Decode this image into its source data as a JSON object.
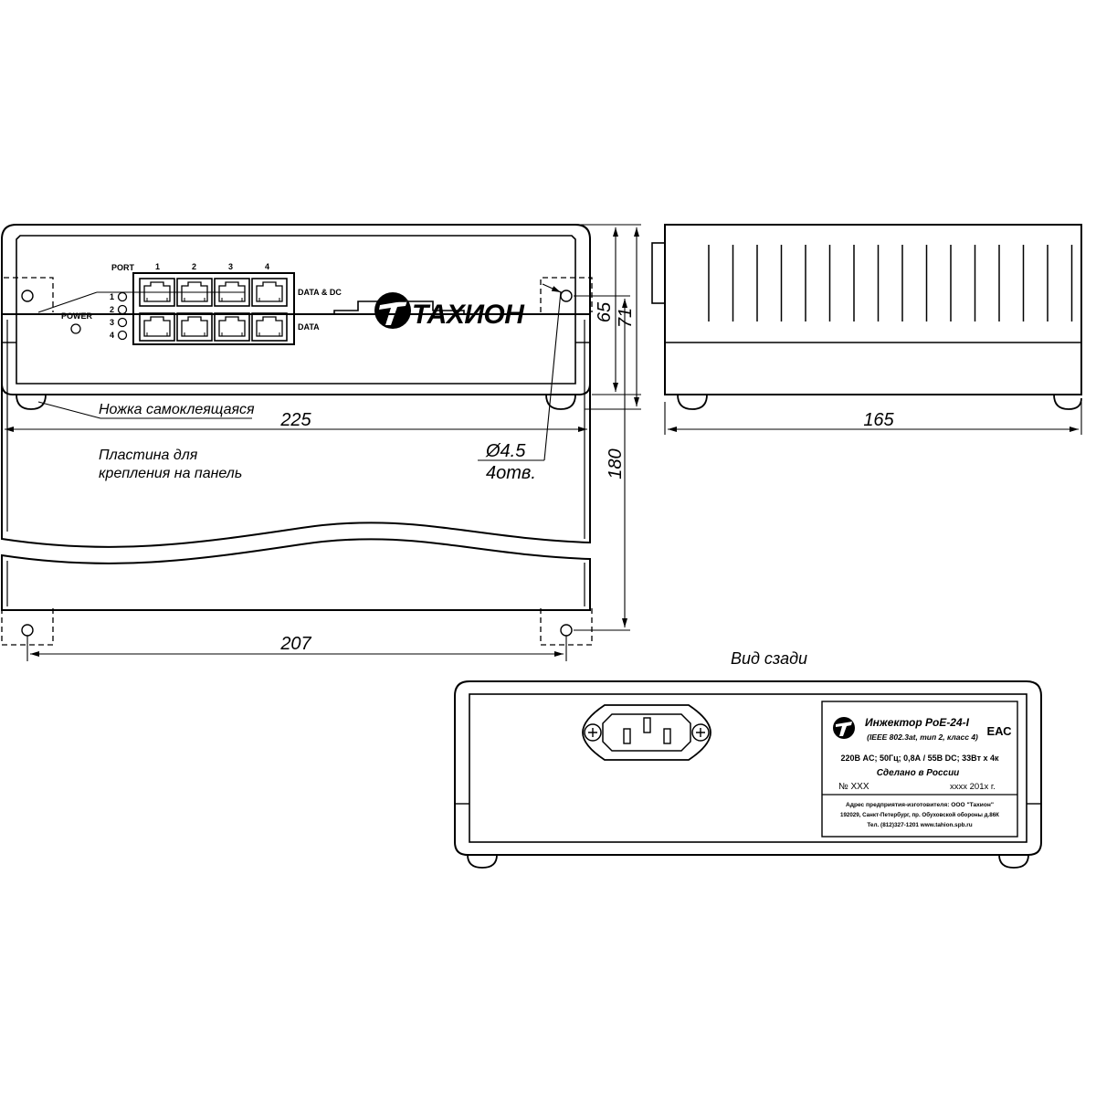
{
  "front": {
    "port_label": "PORT",
    "port_numbers": [
      "1",
      "2",
      "3",
      "4"
    ],
    "led_numbers": [
      "1",
      "2",
      "3",
      "4"
    ],
    "power_label": "POWER",
    "row1_label": "DATA & DC",
    "row2_label": "DATA",
    "brand": "ТАХИОН"
  },
  "dimensions": {
    "width": "225",
    "height_inner": "65",
    "height_outer": "71",
    "depth": "165",
    "hole_dia": "Ø4.5",
    "hole_count": "4отв.",
    "mount_height": "180",
    "mount_spacing": "207"
  },
  "callouts": {
    "foot": "Ножка самоклеящаяся",
    "plate_line1": "Пластина для",
    "plate_line2": "крепления на панель"
  },
  "rear": {
    "view_title": "Вид сзади",
    "product": "Инжектор PoE-24-I",
    "standard": "(IEEE 802.3at, тип 2, класс 4)",
    "cert": "ЕАС",
    "specs": "220В AC; 50Гц; 0,8А  / 55В DC; 33Вт х 4к",
    "made_in": "Сделано в России",
    "serial": "№ XXX",
    "date": "хххх 201х г.",
    "address_line1": "Адрес предприятия-изготовителя: ООО \"Тахион\"",
    "address_line2": "192029, Санкт-Петербург, пр. Обуховской обороны д.86К",
    "address_line3": "Тел. (812)327-1201    www.tahion.spb.ru"
  }
}
